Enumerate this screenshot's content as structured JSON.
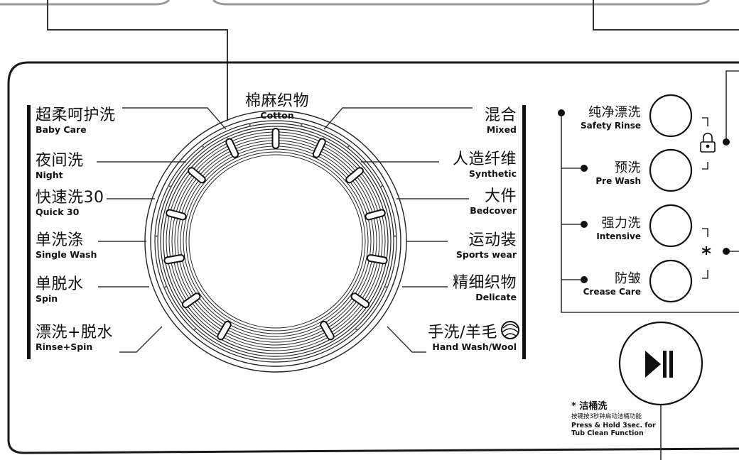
{
  "dial": {
    "top": {
      "zh": "棉麻织物",
      "en": "Cotton"
    },
    "left_programs": [
      {
        "zh": "超柔呵护洗",
        "en": "Baby Care"
      },
      {
        "zh": "夜间洗",
        "en": "Night"
      },
      {
        "zh": "快速洗30",
        "en": "Quick 30"
      },
      {
        "zh": "单洗涤",
        "en": "Single Wash"
      },
      {
        "zh": "单脱水",
        "en": "Spin"
      },
      {
        "zh": "漂洗+脱水",
        "en": "Rinse+Spin"
      }
    ],
    "right_programs": [
      {
        "zh": "混合",
        "en": "Mixed"
      },
      {
        "zh": "人造纤维",
        "en": "Synthetic"
      },
      {
        "zh": "大件",
        "en": "Bedcover"
      },
      {
        "zh": "运动装",
        "en": "Sports wear"
      },
      {
        "zh": "精细织物",
        "en": "Delicate"
      },
      {
        "zh": "手洗/羊毛",
        "en": "Hand Wash/Wool"
      }
    ]
  },
  "options": [
    {
      "zh": "纯净漂洗",
      "en": "Safety Rinse"
    },
    {
      "zh": "预洗",
      "en": "Pre Wash"
    },
    {
      "zh": "强力洗",
      "en": "Intensive"
    },
    {
      "zh": "防皱",
      "en": "Crease Care"
    }
  ],
  "symbols": {
    "star": "*",
    "lock": "lock-icon",
    "wool": "wool-icon",
    "play_pause": "play-pause-icon"
  },
  "tub_clean": {
    "title": "* 洁桶洗",
    "zh_note": "按键按3秒钟启动洁桶功能",
    "en_line1": "Press & Hold 3sec. for",
    "en_line2": "Tub Clean Function"
  }
}
